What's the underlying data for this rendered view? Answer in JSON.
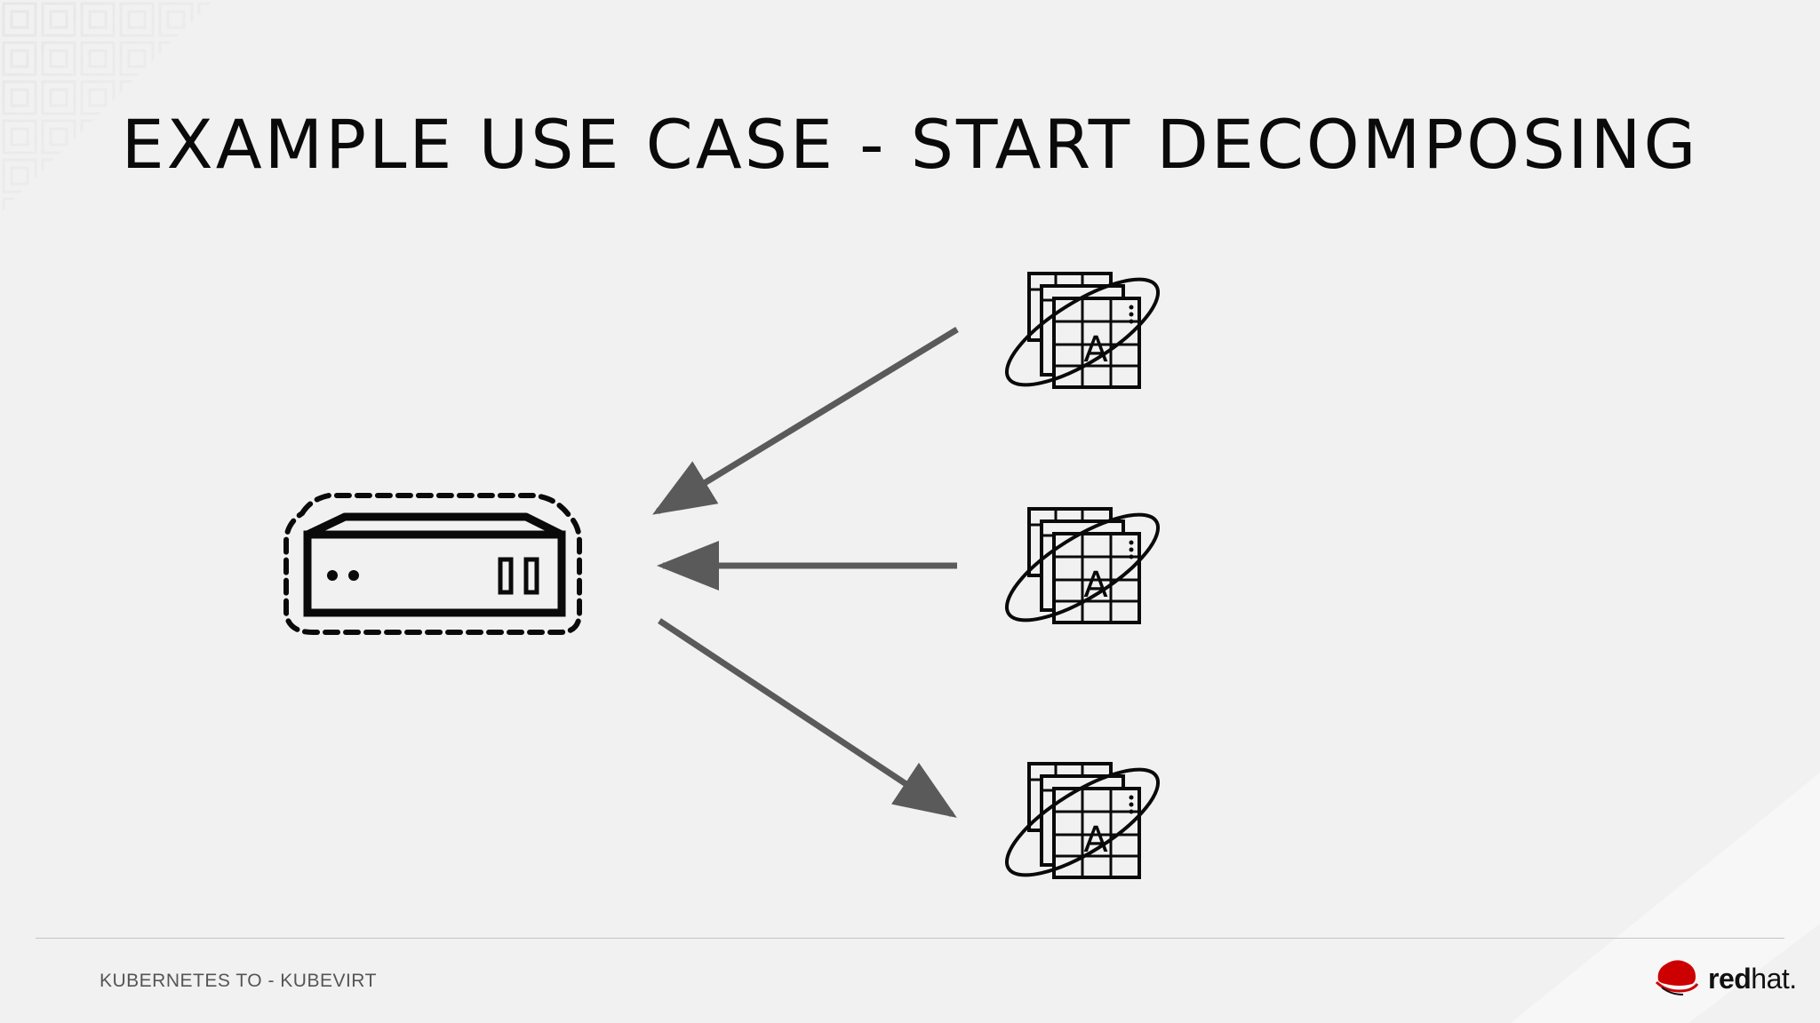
{
  "slide": {
    "title": "EXAMPLE USE CASE - START DECOMPOSING",
    "footer": "KUBERNETES TO - KUBEVIRT",
    "logo": {
      "word_bold": "red",
      "word_light": "hat.",
      "color": "#cc0000"
    }
  },
  "diagram": {
    "nodes": [
      {
        "id": "server",
        "icon": "server-vm-icon"
      },
      {
        "id": "app-1",
        "icon": "app-container-icon",
        "label": "A"
      },
      {
        "id": "app-2",
        "icon": "app-container-icon",
        "label": "A"
      },
      {
        "id": "app-3",
        "icon": "app-container-icon",
        "label": "A"
      }
    ],
    "edges": [
      {
        "from": "app-1",
        "to": "server"
      },
      {
        "from": "app-2",
        "to": "server"
      },
      {
        "from": "server",
        "to": "app-3"
      }
    ],
    "colors": {
      "arrow": "#5a5a5a",
      "icon": "#0a0a0a"
    }
  }
}
